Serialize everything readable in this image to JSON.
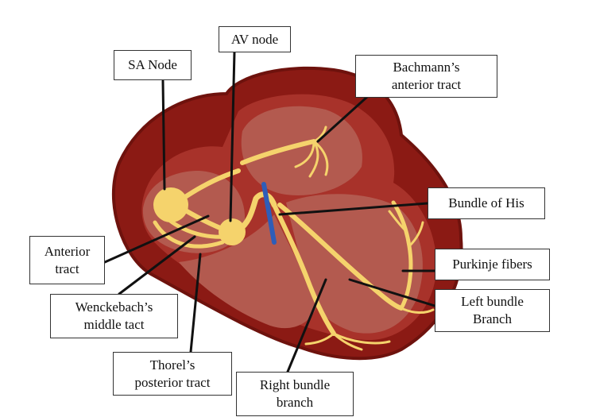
{
  "labels": {
    "sa_node": "SA Node",
    "av_node": "AV node",
    "bachmann": "Bachmann’s\nanterior tract",
    "bundle_his": "Bundle of His",
    "anterior": "Anterior\ntract",
    "purkinje": "Purkinje fibers",
    "wenckebach": "Wenckebach’s\nmiddle tact",
    "left_bundle": "Left bundle\nBranch",
    "thorel": "Thorel’s\nposterior tract",
    "right_bundle": "Right bundle\nbranch"
  },
  "colors": {
    "heart_outer": "#8b1a14",
    "heart_mid": "#a8322a",
    "chamber": "#b0574c",
    "conduction": "#f5d36c",
    "his_marker": "#2e5db8",
    "leader": "#111111"
  }
}
